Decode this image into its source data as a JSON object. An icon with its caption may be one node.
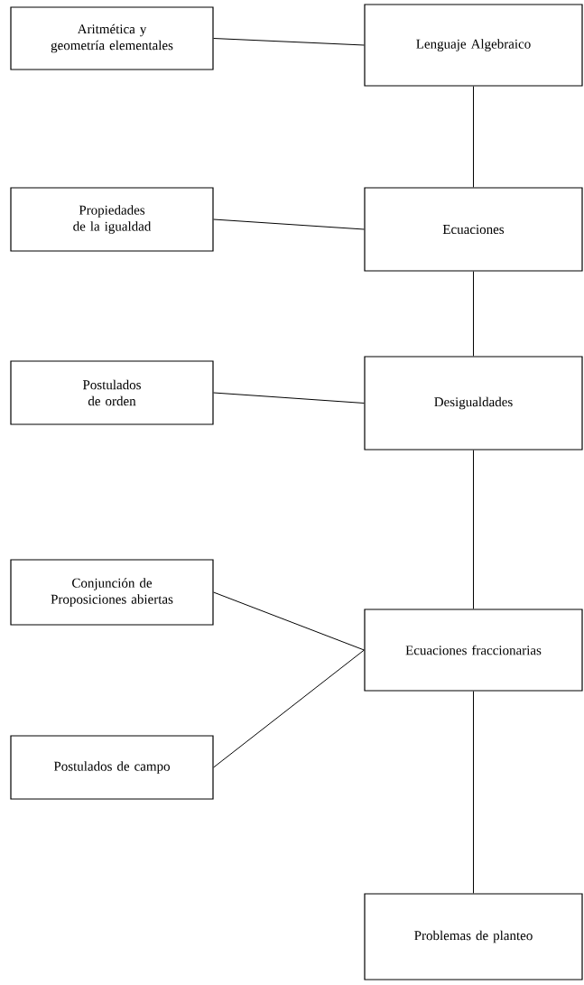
{
  "diagram": {
    "nodes": [
      {
        "text": [
          "Aritmética y geometría elementales"
        ]
      },
      {
        "text": [
          "Lenguaje Algebraico"
        ]
      },
      {
        "text": [
          "Propiedades de la igualdad"
        ]
      },
      {
        "text": [
          "Ecuaciones"
        ]
      },
      {
        "text": [
          "Postulados de orden"
        ]
      },
      {
        "text": [
          "Desigualdades"
        ]
      },
      {
        "text": [
          "Conjunción de Proposiciones abiertas"
        ]
      },
      {
        "text": [
          "Ecuaciones fraccionarias"
        ]
      },
      {
        "text": [
          "Postulados de campo"
        ]
      },
      {
        "text": [
          "Problemas de planteo"
        ]
      }
    ],
    "edges": [
      {
        "from": 0,
        "to": 1,
        "arrow": "none"
      },
      {
        "from": 1,
        "to": 3,
        "arrow": "none"
      },
      {
        "from": 2,
        "to": 3,
        "arrow": "none"
      },
      {
        "from": 3,
        "to": 5,
        "arrow": "none"
      },
      {
        "from": 4,
        "to": 5,
        "arrow": "none"
      },
      {
        "from": 5,
        "to": 7,
        "arrow": "none"
      },
      {
        "from": 6,
        "to": 7,
        "arrow": "none"
      },
      {
        "from": 8,
        "to": 7,
        "arrow": "none"
      },
      {
        "from": 7,
        "to": 9,
        "arrow": "none"
      }
    ]
  }
}
